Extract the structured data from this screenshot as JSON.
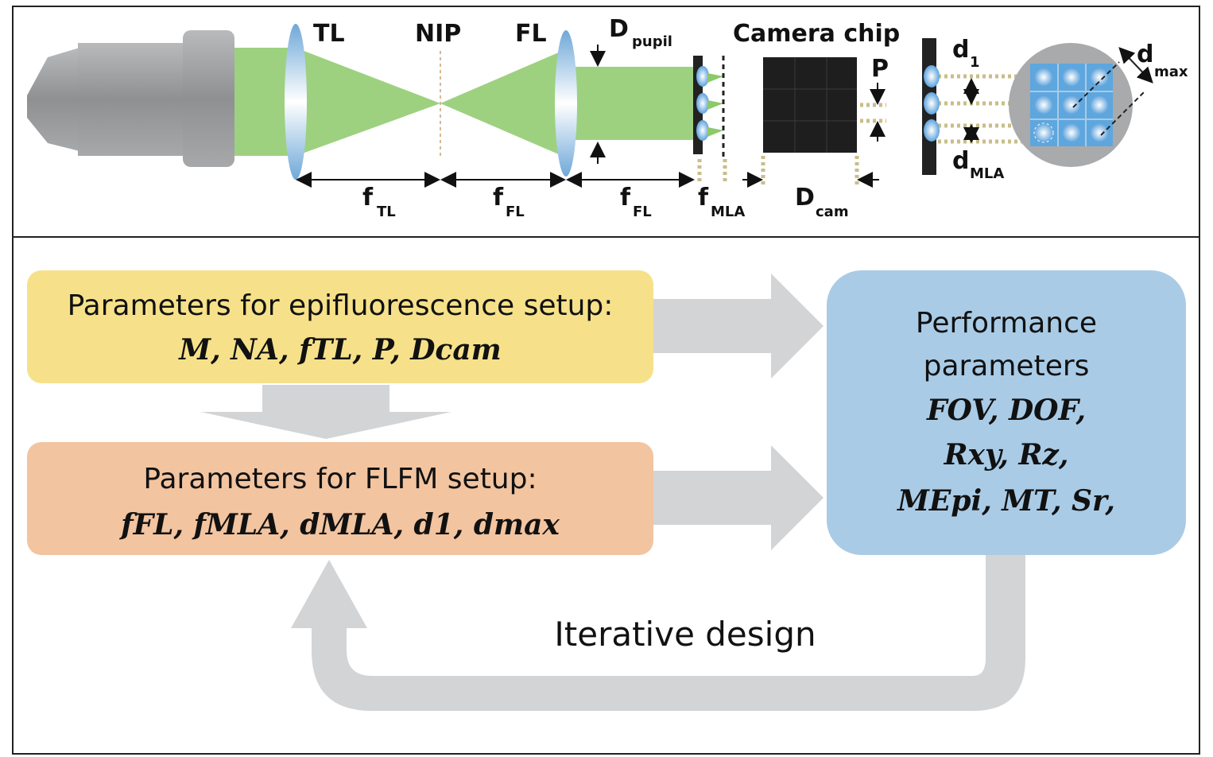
{
  "optics": {
    "tl": "TL",
    "nip": "NIP",
    "fl": "FL",
    "d_pupil": "D",
    "d_pupil_sub": "pupil",
    "camera_chip": "Camera chip",
    "p": "P",
    "d1": "d",
    "d1_sub": "1",
    "dmax": "d",
    "dmax_sub": "max",
    "dmla": "d",
    "dmla_sub": "MLA",
    "f_tl": "f",
    "f_tl_sub": "TL",
    "f_fl1": "f",
    "f_fl1_sub": "FL",
    "f_fl2": "f",
    "f_fl2_sub": "FL",
    "f_mla": "f",
    "f_mla_sub": "MLA",
    "d_cam": "D",
    "d_cam_sub": "cam"
  },
  "epi_box": {
    "title": "Parameters for epifluorescence setup:",
    "params": "M, NA, fTL, P, Dcam",
    "color": "#f6e18a"
  },
  "flfm_box": {
    "title": "Parameters for FLFM setup:",
    "params": "fFL, fMLA, dMLA, d1, dmax",
    "color": "#f2c4a0"
  },
  "performance_box": {
    "line1": "Performance",
    "line2": "parameters",
    "line3": "FOV, DOF,",
    "line4": "Rxy, Rz,",
    "line5": "MEpi, MT, Sr,",
    "color": "#a9cbe6"
  },
  "loop_label": "Iterative design",
  "colors": {
    "beam": "#8cc96a",
    "arrow": "#d3d4d5",
    "lens": "#9cc4e6",
    "objective": "#9a9b9d"
  }
}
